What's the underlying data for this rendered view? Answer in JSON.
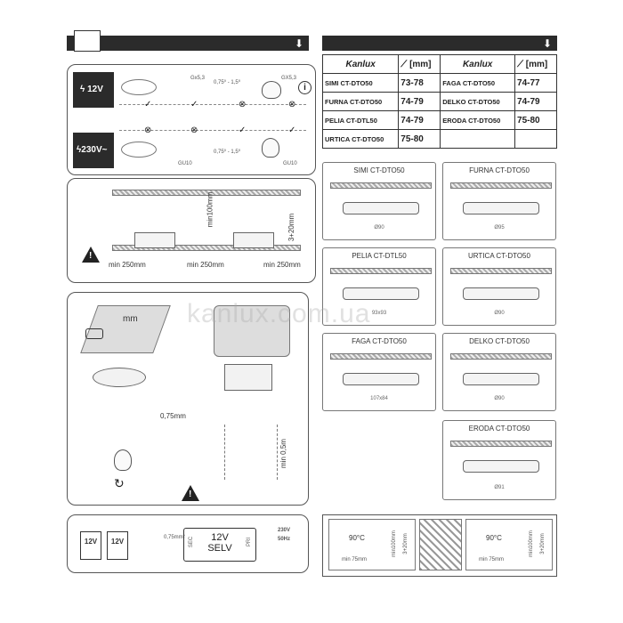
{
  "watermark": "kanlux.com.ua",
  "left_header": {
    "arrow": "⬇"
  },
  "right_header": {
    "arrow": "⬇"
  },
  "voltage": {
    "low": "12V",
    "high": "230V~"
  },
  "wiring": {
    "gx53_top": "Gx5,3",
    "gx53_top_right": "GX5,3",
    "wire_top": "0,75⁰ - 1,5⁰",
    "wire_bottom": "0,75⁰ - 1,5⁰",
    "gu10_left": "GU10",
    "gu10_right": "GU10",
    "info_icon": "i"
  },
  "spacing": {
    "min_height": "min100mm",
    "depth": "3+20mm",
    "min_a": "min 250mm",
    "min_b": "min 250mm",
    "min_c": "min 250mm"
  },
  "install": {
    "cut_label": "mm",
    "wire_label": "0,75mm",
    "min_dist": "min 0,5m"
  },
  "transformer": {
    "bulb_a": "12V",
    "bulb_b": "12V",
    "wire": "0,75mm²",
    "sec": "SEC",
    "pri": "PRI",
    "main": "12V",
    "selv": "SELV",
    "mains_v": "230V",
    "mains_hz": "50Hz"
  },
  "table": {
    "brand": "Kanlux",
    "mm_header": "[mm]",
    "rows": [
      {
        "left_model": "SIMI CT-DTO50",
        "left_val": "73-78",
        "right_model": "FAGA CT-DTO50",
        "right_val": "74-77"
      },
      {
        "left_model": "FURNA CT-DTO50",
        "left_val": "74-79",
        "right_model": "DELKO CT-DTO50",
        "right_val": "74-79"
      },
      {
        "left_model": "PELIA CT-DTL50",
        "left_val": "74-79",
        "right_model": "ERODA CT-DTO50",
        "right_val": "75-80"
      },
      {
        "left_model": "URTICA CT-DTO50",
        "left_val": "75-80",
        "right_model": "",
        "right_val": ""
      }
    ]
  },
  "dims": [
    {
      "title": "SIMI CT-DTO50",
      "diam": "Ø90"
    },
    {
      "title": "FURNA CT-DTO50",
      "diam": "Ø95"
    },
    {
      "title": "PELIA CT-DTL50",
      "diam": "93x93"
    },
    {
      "title": "URTICA CT-DTO50",
      "diam": "Ø90"
    },
    {
      "title": "FAGA CT-DTO50",
      "diam": "107x84"
    },
    {
      "title": "DELKO CT-DTO50",
      "diam": "Ø90"
    },
    {
      "title": "ERODA CT-DTO50",
      "diam": "Ø91"
    }
  ],
  "heat": {
    "temp_a": "90°C",
    "min_a": "min 75mm",
    "h_a": "min100mm",
    "d_a": "3+20mm",
    "temp_b": "90°C",
    "min_b": "min 75mm",
    "h_b": "min100mm",
    "d_b": "3+20mm"
  }
}
